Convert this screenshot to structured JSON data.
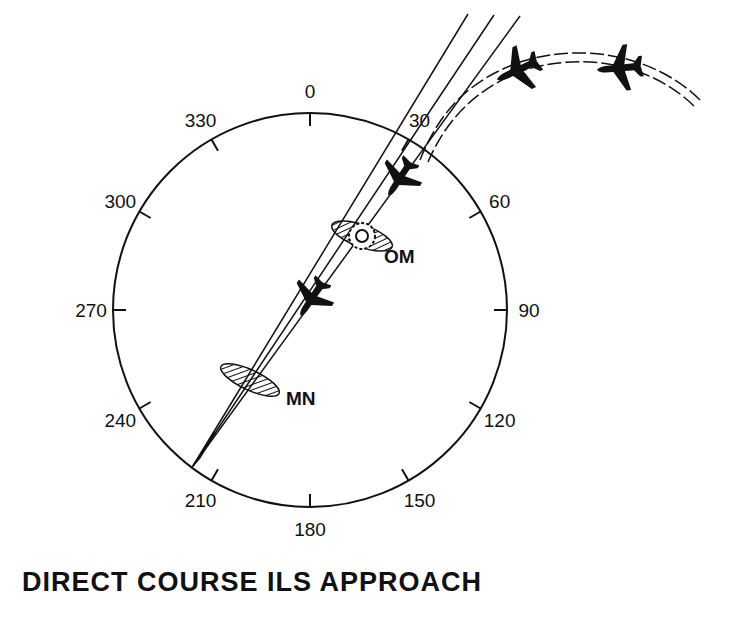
{
  "diagram": {
    "title": "DIRECT COURSE ILS APPROACH",
    "labels": [
      "0",
      "30",
      "60",
      "90",
      "120",
      "150",
      "180",
      "210",
      "240",
      "270",
      "300",
      "330",
      "OM",
      "MN"
    ]
  }
}
